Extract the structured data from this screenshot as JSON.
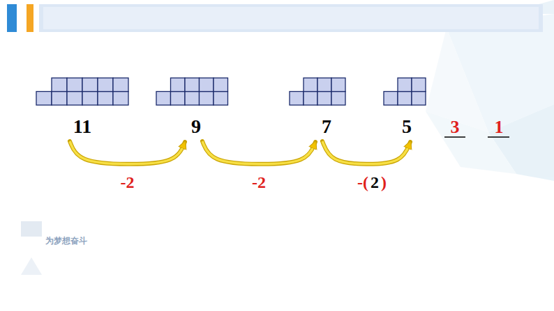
{
  "diagram": {
    "nodes": [
      {
        "text": [
          "11"
        ]
      },
      {
        "text": [
          "9"
        ]
      },
      {
        "text": [
          "7"
        ]
      },
      {
        "text": [
          "5"
        ]
      }
    ],
    "edges": [
      {
        "from": 0,
        "to": 1,
        "arrow": "to",
        "label": "-2"
      },
      {
        "from": 1,
        "to": 2,
        "arrow": "to",
        "label": "-2"
      },
      {
        "from": 2,
        "to": 3,
        "arrow": "to",
        "label": "-(   )"
      }
    ],
    "labels": [
      "3",
      "1",
      "2",
      "为梦想奋斗"
    ]
  }
}
